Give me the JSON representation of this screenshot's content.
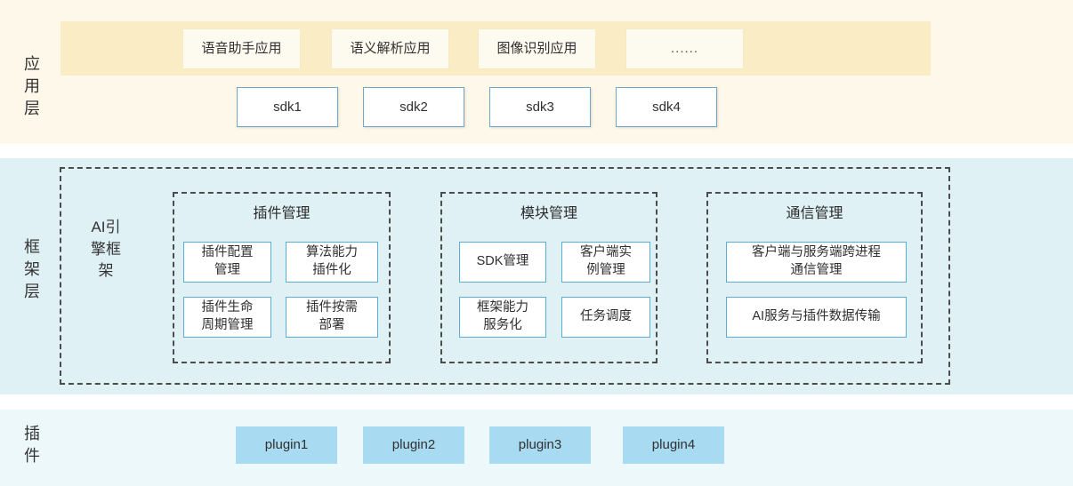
{
  "app_layer": {
    "label": "应用层",
    "apps": [
      {
        "label": "语音助手应用"
      },
      {
        "label": "语义解析应用"
      },
      {
        "label": "图像识别应用"
      },
      {
        "label": "......"
      }
    ],
    "sdks": [
      {
        "label": "sdk1"
      },
      {
        "label": "sdk2"
      },
      {
        "label": "sdk3"
      },
      {
        "label": "sdk4"
      }
    ]
  },
  "framework_layer": {
    "label": "框架层",
    "engine_label": "AI引擎框架",
    "groups": [
      {
        "title": "插件管理",
        "items": [
          {
            "lines": [
              "插件配置",
              "管理"
            ]
          },
          {
            "lines": [
              "算法能力",
              "插件化"
            ]
          },
          {
            "lines": [
              "插件生命",
              "周期管理"
            ]
          },
          {
            "lines": [
              "插件按需",
              "部署"
            ]
          }
        ]
      },
      {
        "title": "模块管理",
        "items": [
          {
            "lines": [
              "SDK管理"
            ]
          },
          {
            "lines": [
              "客户端实",
              "例管理"
            ]
          },
          {
            "lines": [
              "框架能力",
              "服务化"
            ]
          },
          {
            "lines": [
              "任务调度"
            ]
          }
        ]
      },
      {
        "title": "通信管理",
        "items": [
          {
            "lines": [
              "客户端与服务端跨进程",
              "通信管理"
            ]
          },
          {
            "lines": [
              "AI服务与插件数据传输"
            ]
          }
        ]
      }
    ]
  },
  "plugin_layer": {
    "label": "插件",
    "plugins": [
      {
        "label": "plugin1"
      },
      {
        "label": "plugin2"
      },
      {
        "label": "plugin3"
      },
      {
        "label": "plugin4"
      }
    ]
  },
  "colors": {
    "app_section_bg": "#fdf8e9",
    "app_band_bg": "#faecc4",
    "app_box_bg": "#fdfaf0",
    "sdk_box_border": "#74a7c7",
    "framework_section_bg": "#e0f1f5",
    "dashed_border": "#4c4c4c",
    "inner_box_border": "#57aed6",
    "plugin_section_bg": "#ecf8fa",
    "plugin_box_bg": "#a8dbf2",
    "text": "#303030"
  }
}
